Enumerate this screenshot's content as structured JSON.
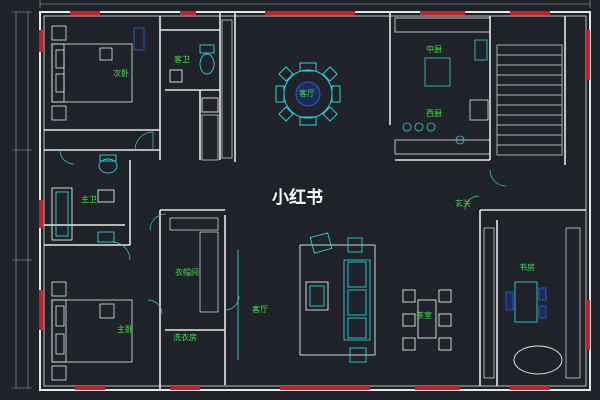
{
  "rooms": {
    "second_bedroom": "次卧",
    "guest_bath": "客卫",
    "living_dining": "客厅",
    "chinese_kitchen": "中厨",
    "western_kitchen": "西厨",
    "master_bath": "主卫",
    "entrance": "玄关",
    "cloakroom": "衣帽间",
    "study": "书房",
    "master_bedroom": "主卧",
    "living_room": "客厅",
    "tea_room": "茶室",
    "laundry": "洗衣房"
  },
  "watermark": "小红书",
  "colors": {
    "background": "#1f2228",
    "walls": "#e6e6e6",
    "furniture": "#2bd1d6",
    "labels": "#3fe04a",
    "windows": "#c0242b",
    "doors": "#3fd0c9"
  }
}
